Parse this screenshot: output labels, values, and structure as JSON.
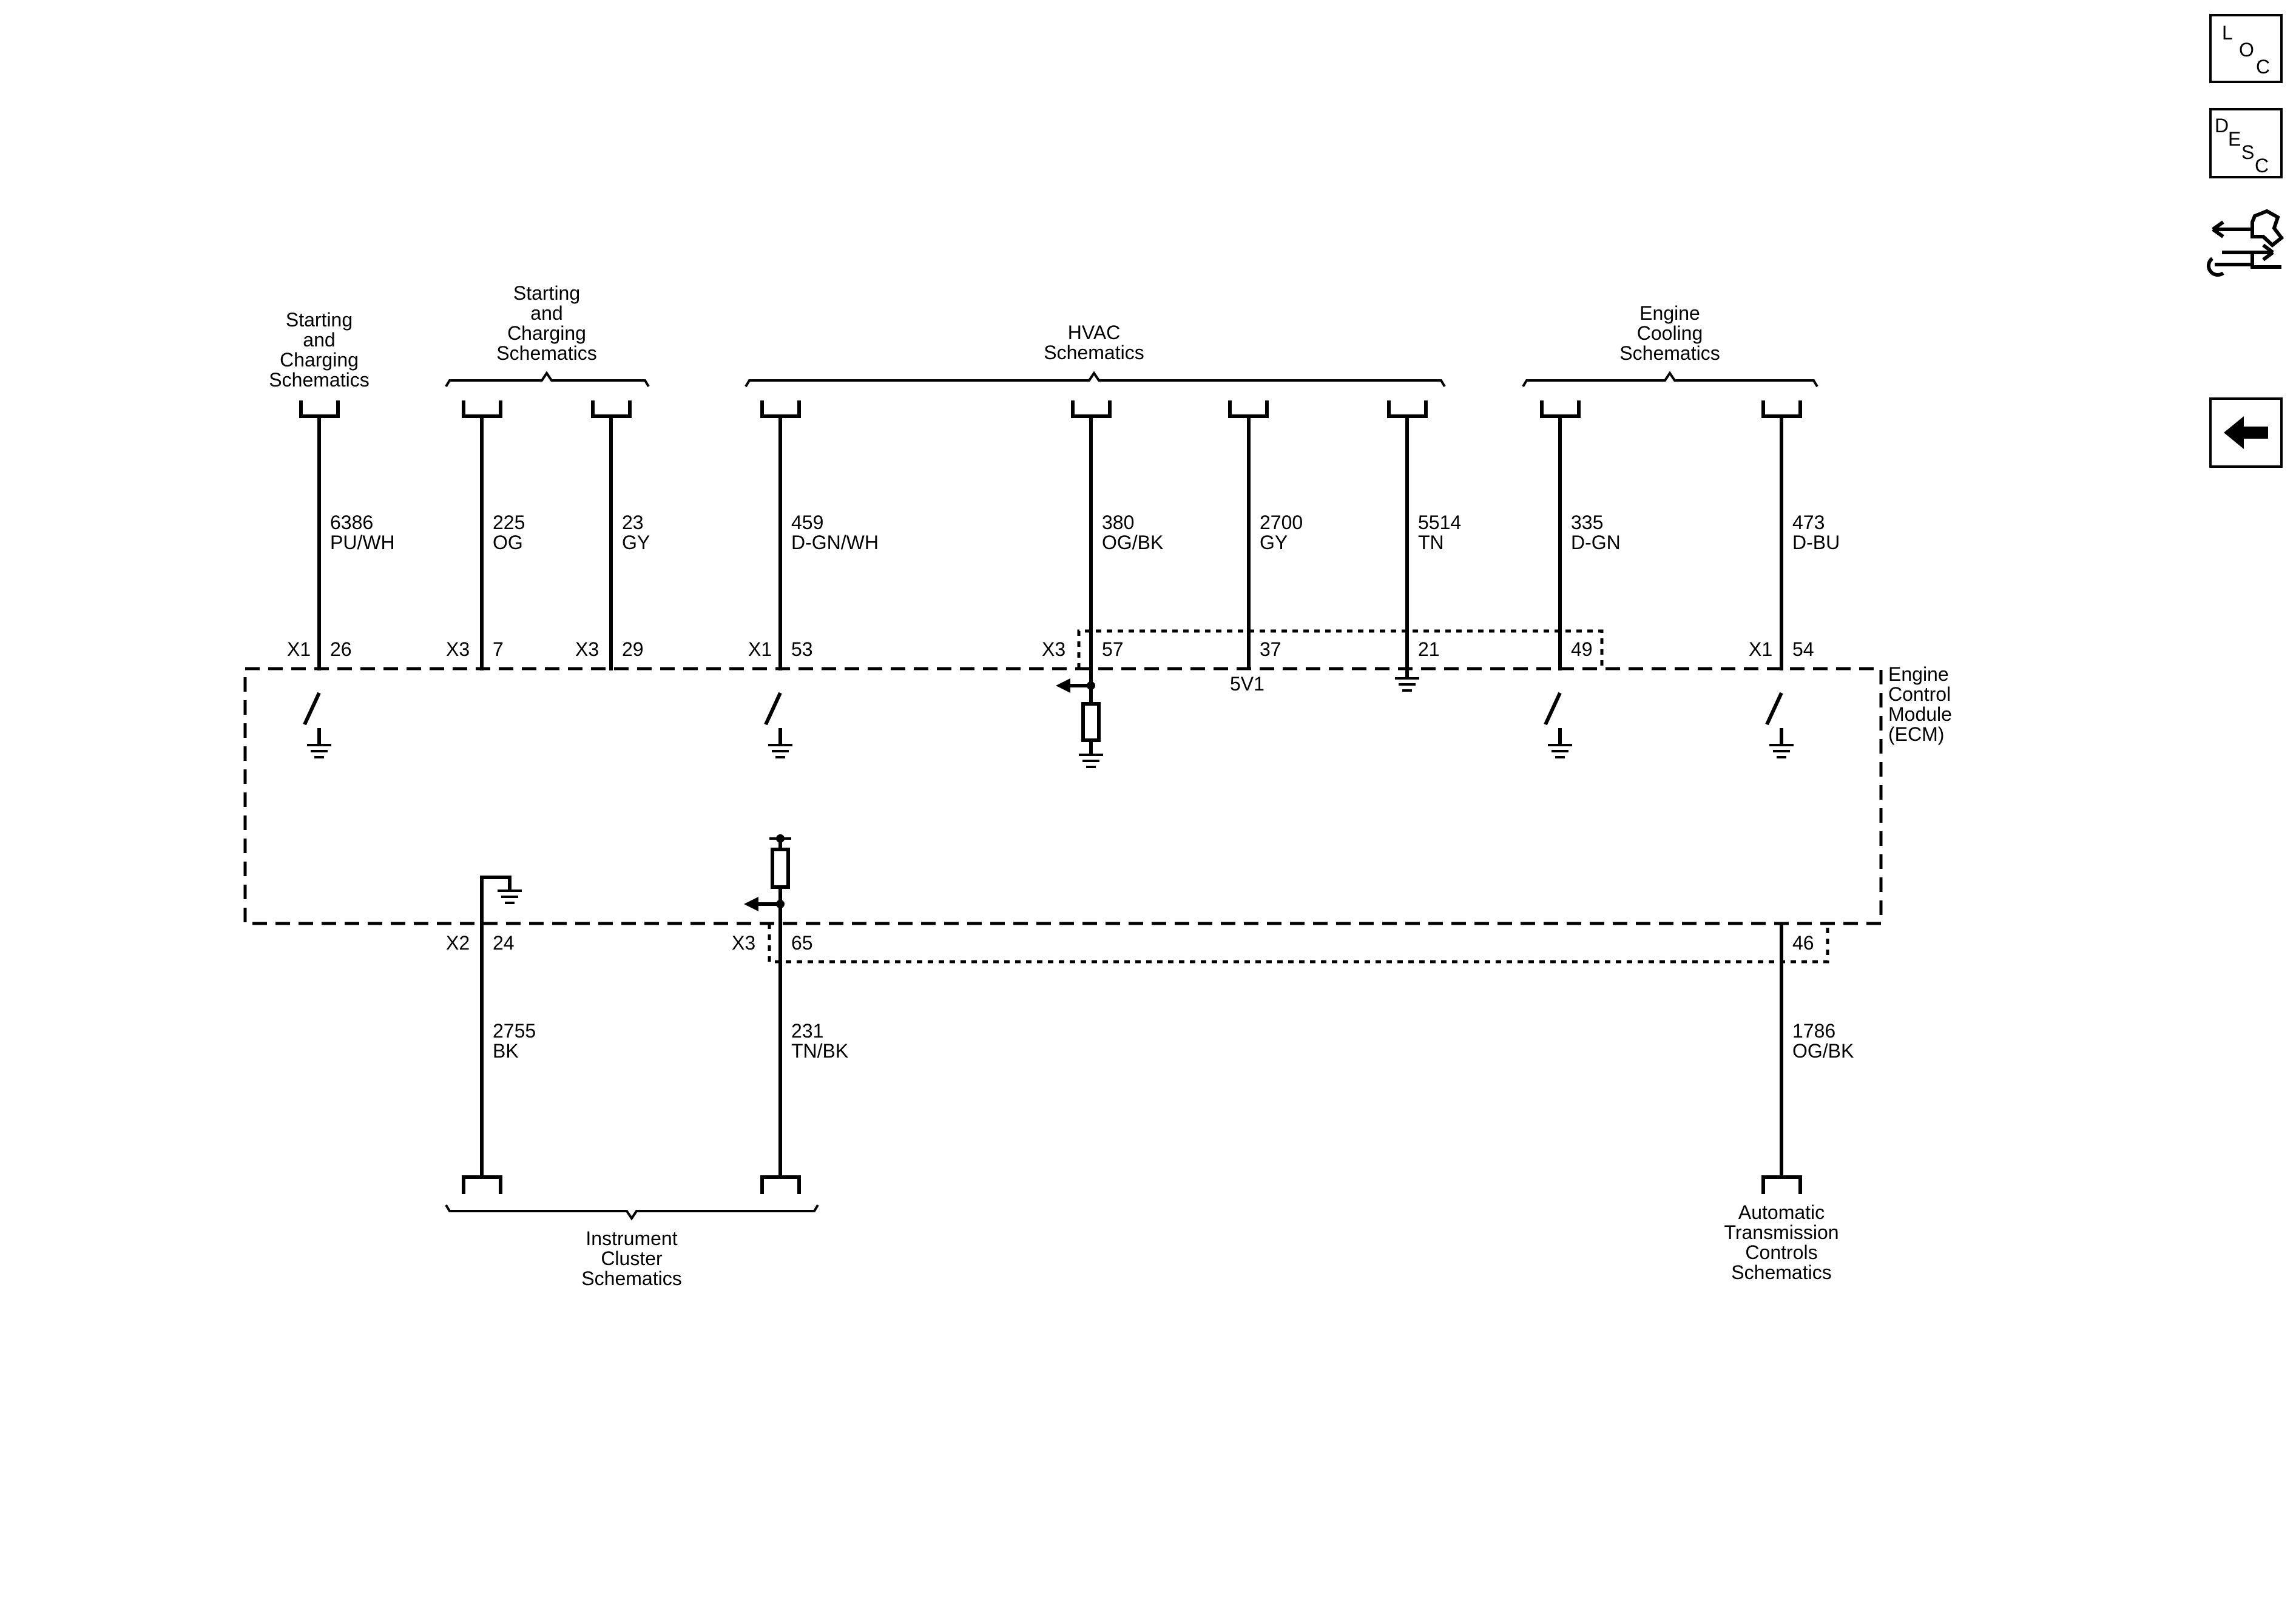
{
  "side_nav": [
    {
      "name": "loc-button",
      "letters": [
        "L",
        "O",
        "C"
      ]
    },
    {
      "name": "desc-button",
      "letters": [
        "D",
        "E",
        "S",
        "C"
      ]
    },
    {
      "name": "connector-repair-button",
      "icon": "connector-repair-icon"
    },
    {
      "name": "back-button",
      "icon": "back-arrow-icon"
    }
  ],
  "destinations": {
    "starting_charging_1": [
      "Starting",
      "and",
      "Charging",
      "Schematics"
    ],
    "starting_charging_2": [
      "Starting",
      "and",
      "Charging",
      "Schematics"
    ],
    "hvac": [
      "HVAC",
      "Schematics"
    ],
    "engine_cooling": [
      "Engine",
      "Cooling",
      "Schematics"
    ],
    "instrument_cluster": [
      "Instrument",
      "Cluster",
      "Schematics"
    ],
    "automatic_transmission": [
      "Automatic",
      "Transmission",
      "Controls",
      "Schematics"
    ]
  },
  "module": {
    "name_lines": [
      "Engine",
      "Control",
      "Module",
      "(ECM)"
    ],
    "reference_label": "5V1"
  },
  "top_circuits": [
    {
      "connector": "X1",
      "pin": "26",
      "circuit": "6386",
      "color": "PU/WH"
    },
    {
      "connector": "X3",
      "pin": "7",
      "circuit": "225",
      "color": "OG"
    },
    {
      "connector": "X3",
      "pin": "29",
      "circuit": "23",
      "color": "GY"
    },
    {
      "connector": "X1",
      "pin": "53",
      "circuit": "459",
      "color": "D-GN/WH"
    },
    {
      "connector": "X3",
      "pin": "57",
      "circuit": "380",
      "color": "OG/BK"
    },
    {
      "connector": "",
      "pin": "37",
      "circuit": "2700",
      "color": "GY"
    },
    {
      "connector": "",
      "pin": "21",
      "circuit": "5514",
      "color": "TN"
    },
    {
      "connector": "",
      "pin": "49",
      "circuit": "335",
      "color": "D-GN"
    },
    {
      "connector": "X1",
      "pin": "54",
      "circuit": "473",
      "color": "D-BU"
    }
  ],
  "bottom_circuits": [
    {
      "connector": "X2",
      "pin": "24",
      "circuit": "2755",
      "color": "BK"
    },
    {
      "connector": "X3",
      "pin": "65",
      "circuit": "231",
      "color": "TN/BK"
    },
    {
      "connector": "",
      "pin": "46",
      "circuit": "1786",
      "color": "OG/BK"
    }
  ]
}
